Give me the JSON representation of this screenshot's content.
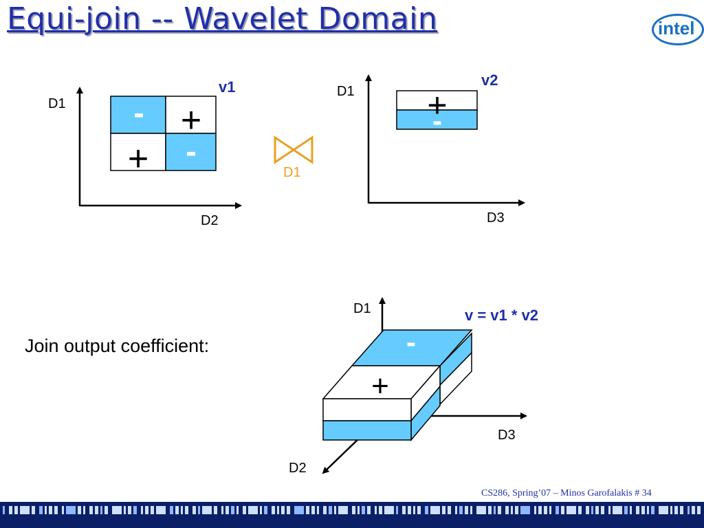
{
  "slide": {
    "title": "Equi-join -- Wavelet Domain",
    "logo_text": "intel",
    "footer": "CS286, Spring’07 – Minos Garofalakis   # 34",
    "join_output_label": "Join output coefficient:",
    "join_symbol_label": "D1"
  },
  "v1": {
    "name": "v1",
    "axis_y": "D1",
    "axis_x": "D2",
    "cells": [
      "-",
      "+",
      "+",
      "-"
    ]
  },
  "v2": {
    "name": "v2",
    "axis_y": "D1",
    "axis_x": "D3",
    "cells": [
      "+",
      "-"
    ]
  },
  "v": {
    "formula": "v = v1 * v2",
    "axis_up": "D1",
    "axis_right": "D3",
    "axis_down": "D2",
    "signs": [
      "-",
      "+"
    ]
  },
  "colors": {
    "fill": "#66ccff",
    "title": "#1f2fa8",
    "join_symbol": "#e8a020",
    "footer_bar": "#0b1f66"
  }
}
